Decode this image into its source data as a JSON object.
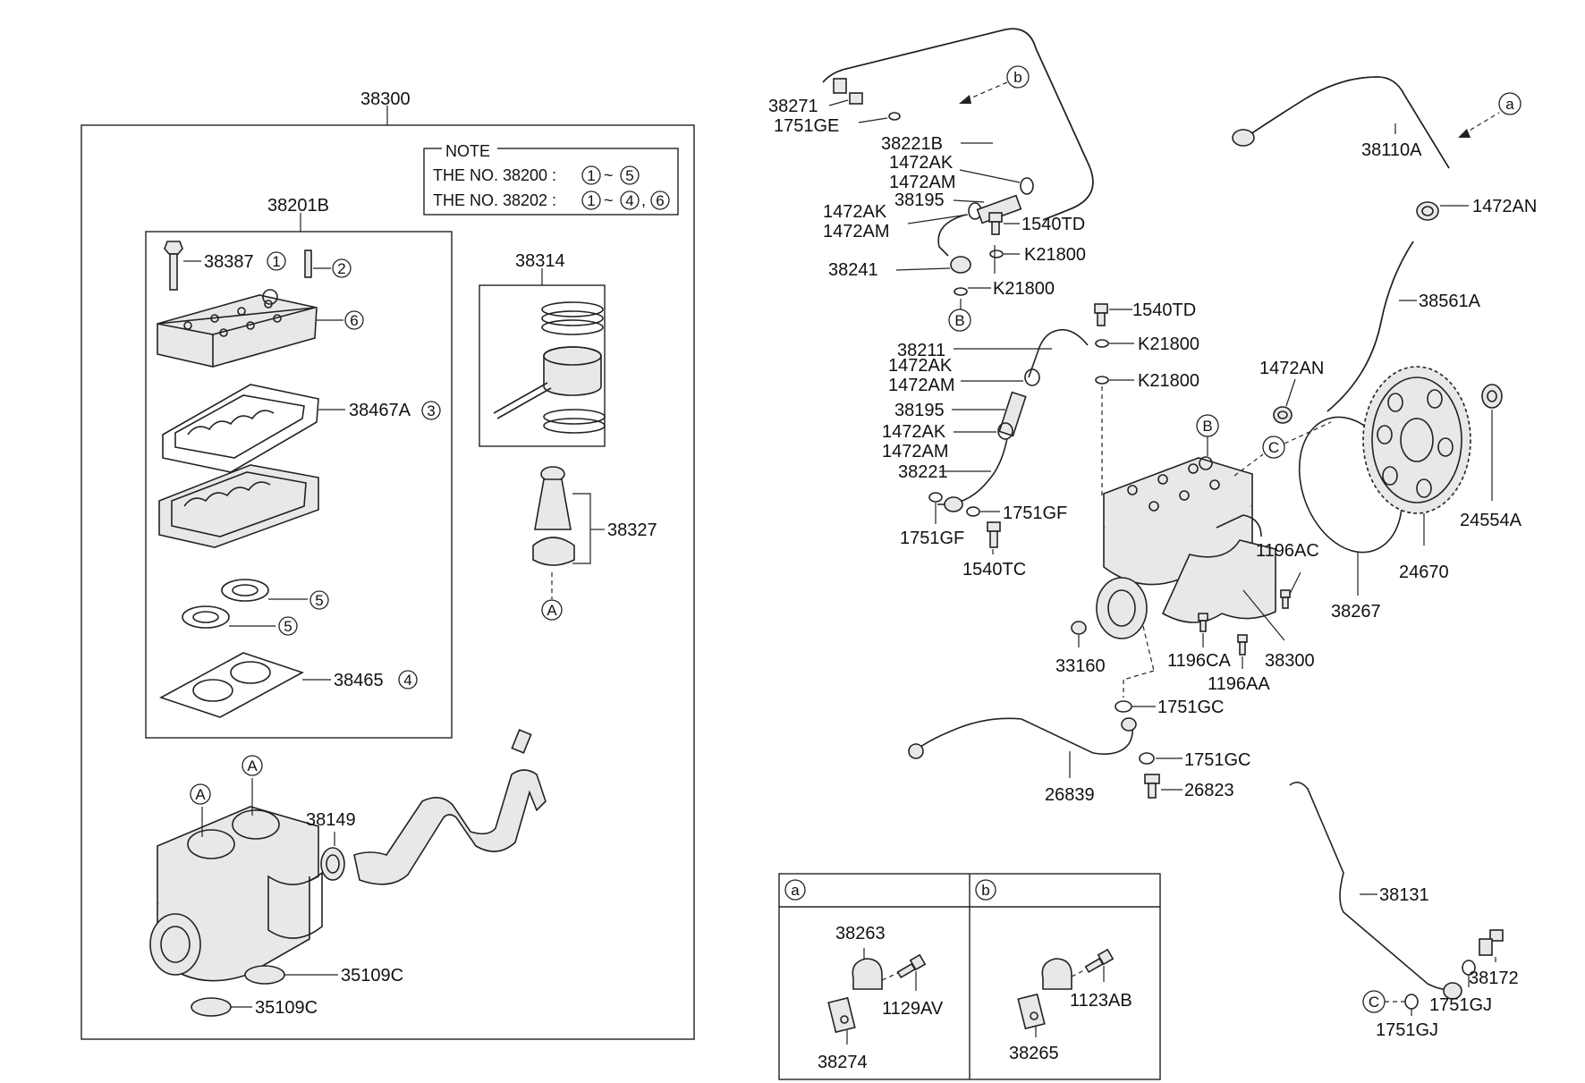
{
  "note": {
    "title": "NOTE",
    "line1_prefix": "THE NO. 38200 :",
    "line1_refs": [
      "1",
      "5"
    ],
    "line2_prefix": "THE NO. 38202 :",
    "line2_refs": [
      "1",
      "4",
      "6"
    ],
    "tilde": "~",
    "comma": ","
  },
  "labels": {
    "p38300_top": "38300",
    "p38201B": "38201B",
    "p38387": "38387",
    "p38467A": "38467A",
    "p38465": "38465",
    "p38314": "38314",
    "p38327": "38327",
    "p38149": "38149",
    "p35109C_a": "35109C",
    "p35109C_b": "35109C",
    "p38271": "38271",
    "p1751GE": "1751GE",
    "p38221B": "38221B",
    "p1472AK_1": "1472AK",
    "p1472AM_1": "1472AM",
    "p38195_1": "38195",
    "p1472AK_2": "1472AK",
    "p1472AM_2": "1472AM",
    "p1540TD_1": "1540TD",
    "p38241": "38241",
    "pK21800_1": "K21800",
    "pK21800_2": "K21800",
    "p1540TD_2": "1540TD",
    "pK21800_3": "K21800",
    "pK21800_4": "K21800",
    "p38211": "38211",
    "p1472AK_3": "1472AK",
    "p1472AM_3": "1472AM",
    "p38195_2": "38195",
    "p1472AK_4": "1472AK",
    "p1472AM_4": "1472AM",
    "p38221": "38221",
    "p1751GF_1": "1751GF",
    "p1751GF_2": "1751GF",
    "p1540TC": "1540TC",
    "p38110A": "38110A",
    "p1472AN_1": "1472AN",
    "p38561A": "38561A",
    "p1472AN_2": "1472AN",
    "p24554A": "24554A",
    "p24670": "24670",
    "p38267": "38267",
    "p1196AC": "1196AC",
    "p38300_right": "38300",
    "p1196CA": "1196CA",
    "p1196AA": "1196AA",
    "p33160": "33160",
    "p1751GC_1": "1751GC",
    "p1751GC_2": "1751GC",
    "p26839": "26839",
    "p26823": "26823",
    "p38131": "38131",
    "p38172": "38172",
    "p1751GJ_1": "1751GJ",
    "p1751GJ_2": "1751GJ",
    "p38263": "38263",
    "p1129AV": "1129AV",
    "p38274": "38274",
    "p1123AB": "1123AB",
    "p38265": "38265"
  },
  "refs": {
    "r1": "1",
    "r2": "2",
    "r3": "3",
    "r4": "4",
    "r5a": "5",
    "r5b": "5",
    "r6": "6",
    "A1": "A",
    "A2": "A",
    "A3": "A",
    "B1": "B",
    "B2": "B",
    "C1": "C",
    "C2": "C",
    "a_callout": "a",
    "b_callout": "b",
    "a_header": "a",
    "b_header": "b"
  },
  "colors": {
    "line": "#222222",
    "background": "#ffffff",
    "fill": "#e8e8e8"
  }
}
